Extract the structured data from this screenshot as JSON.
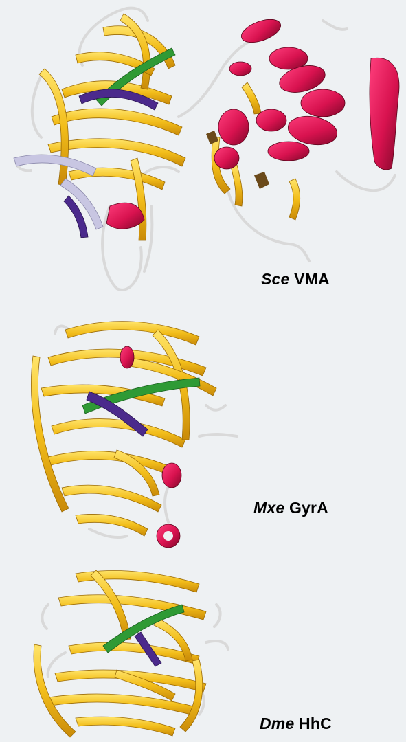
{
  "labels": {
    "sce": {
      "species": "Sce",
      "protein": "VMA"
    },
    "mxe": {
      "species": "Mxe",
      "protein": "GyrA"
    },
    "dme": {
      "species": "Dme",
      "protein": "HhC"
    }
  },
  "colors": {
    "background": "#eef1f3",
    "beta_strand": "#f2bd1a",
    "alpha_helix": "#d8124f",
    "highlight_strand_green": "#2f9a35",
    "highlight_strand_purple": "#4b2a8c",
    "light_strand_lavender": "#c8c6e2",
    "loop": "#d9d9d9"
  }
}
